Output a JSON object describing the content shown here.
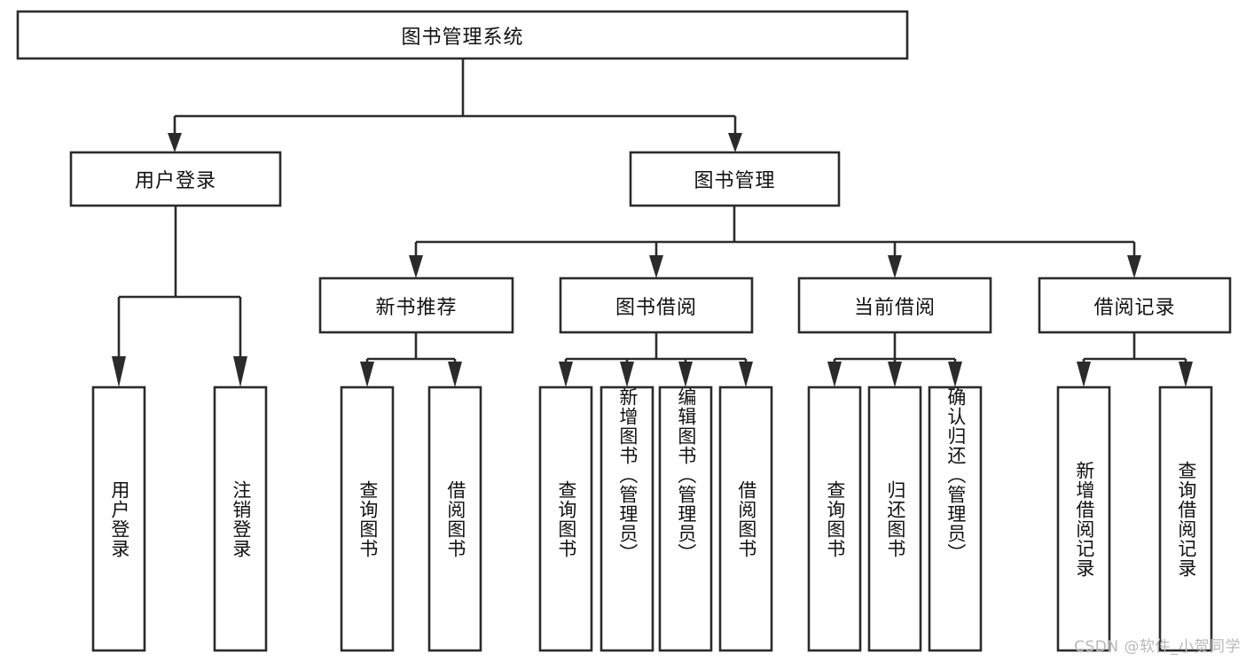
{
  "diagram": {
    "type": "tree-hierarchy",
    "title": "图书管理系统",
    "orientation": "top-down",
    "colors": {
      "box_stroke": "#2b2b2b",
      "box_fill": "#ffffff",
      "text": "#111111",
      "background": "#ffffff",
      "watermark": "#b9b9b9"
    },
    "levels": [
      {
        "level": 1,
        "nodes": [
          {
            "id": "root",
            "label": "图书管理系统",
            "orientation": "horizontal"
          }
        ]
      },
      {
        "level": 2,
        "nodes": [
          {
            "id": "user-login",
            "label": "用户登录",
            "orientation": "horizontal",
            "parent": "root"
          },
          {
            "id": "book-manage",
            "label": "图书管理",
            "orientation": "horizontal",
            "parent": "root"
          }
        ]
      },
      {
        "level": 3,
        "nodes": [
          {
            "id": "new-book-rec",
            "label": "新书推荐",
            "orientation": "horizontal",
            "parent": "book-manage"
          },
          {
            "id": "book-borrow",
            "label": "图书借阅",
            "orientation": "horizontal",
            "parent": "book-manage"
          },
          {
            "id": "current-borrow",
            "label": "当前借阅",
            "orientation": "horizontal",
            "parent": "book-manage"
          },
          {
            "id": "borrow-record",
            "label": "借阅记录",
            "orientation": "horizontal",
            "parent": "book-manage"
          }
        ]
      },
      {
        "level": 4,
        "nodes": [
          {
            "id": "leaf-user-login",
            "label": "用户登录",
            "orientation": "vertical",
            "parent": "user-login"
          },
          {
            "id": "leaf-logout",
            "label": "注销登录",
            "orientation": "vertical",
            "parent": "user-login"
          },
          {
            "id": "leaf-query-book-1",
            "label": "查询图书",
            "orientation": "vertical",
            "parent": "new-book-rec"
          },
          {
            "id": "leaf-borrow-book-1",
            "label": "借阅图书",
            "orientation": "vertical",
            "parent": "new-book-rec"
          },
          {
            "id": "leaf-query-book-2",
            "label": "查询图书",
            "orientation": "vertical",
            "parent": "book-borrow"
          },
          {
            "id": "leaf-add-book",
            "label": "新增图书（管理员）",
            "orientation": "vertical",
            "parent": "book-borrow"
          },
          {
            "id": "leaf-edit-book",
            "label": "编辑图书（管理员）",
            "orientation": "vertical",
            "parent": "book-borrow"
          },
          {
            "id": "leaf-borrow-book-2",
            "label": "借阅图书",
            "orientation": "vertical",
            "parent": "book-borrow"
          },
          {
            "id": "leaf-query-book-3",
            "label": "查询图书",
            "orientation": "vertical",
            "parent": "current-borrow"
          },
          {
            "id": "leaf-return-book",
            "label": "归还图书",
            "orientation": "vertical",
            "parent": "current-borrow"
          },
          {
            "id": "leaf-confirm-return",
            "label": "确认归还（管理员）",
            "orientation": "vertical",
            "parent": "current-borrow"
          },
          {
            "id": "leaf-add-record",
            "label": "新增借阅记录",
            "orientation": "vertical",
            "parent": "borrow-record"
          },
          {
            "id": "leaf-query-record",
            "label": "查询借阅记录",
            "orientation": "vertical",
            "parent": "borrow-record"
          }
        ]
      }
    ],
    "watermark": "CSDN @软件_小贺同学"
  }
}
